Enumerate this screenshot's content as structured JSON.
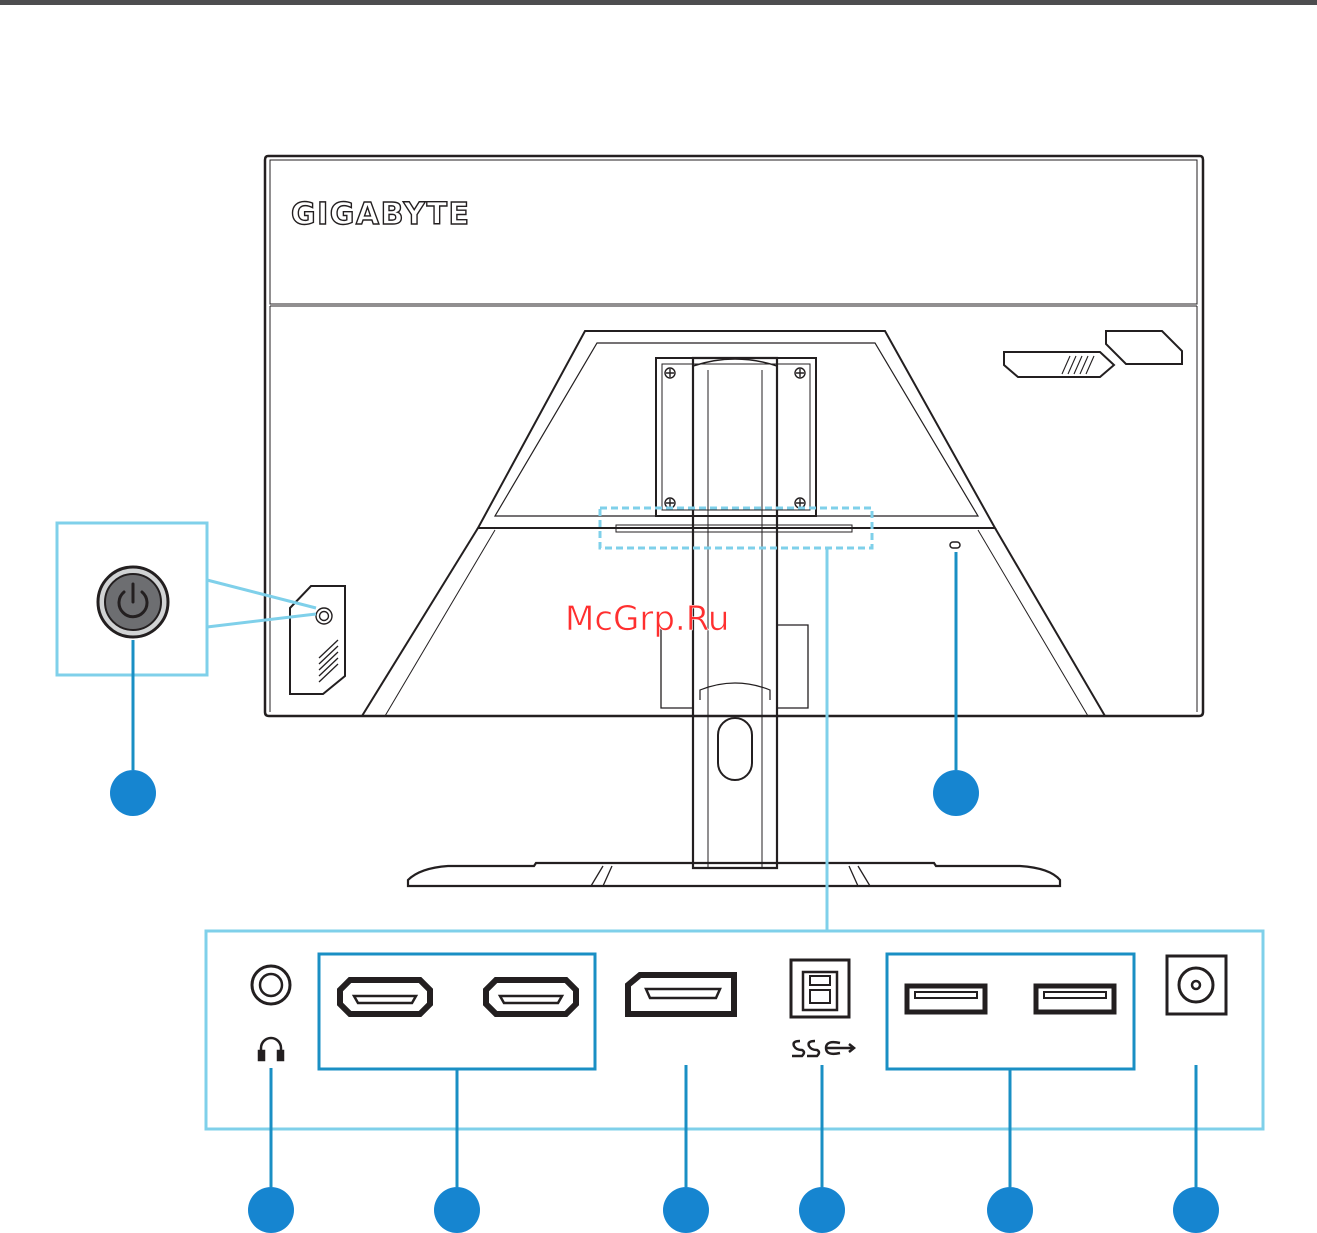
{
  "brand": {
    "name": "GIGABYTE"
  },
  "watermark": {
    "text": "McGrp.Ru"
  },
  "colors": {
    "accent_light": "#7fd0ea",
    "accent_dark": "#1a8fc4",
    "callout_fill": "#1685d0",
    "line": "#231f20",
    "header_bar": "#4d4d4f"
  },
  "callouts": [
    {
      "id": "power-button",
      "icon": "power-icon"
    },
    {
      "id": "kensington-lock",
      "icon": "lock-slot-icon"
    },
    {
      "id": "headphone-jack",
      "icon": "headphone-icon"
    },
    {
      "id": "hdmi-ports",
      "icon": "hdmi-icon"
    },
    {
      "id": "displayport",
      "icon": "displayport-icon"
    },
    {
      "id": "usb-upstream",
      "icon": "usb-b-icon"
    },
    {
      "id": "usb-downstream",
      "icon": "usb-a-icon"
    },
    {
      "id": "dc-in",
      "icon": "dc-in-icon"
    }
  ]
}
